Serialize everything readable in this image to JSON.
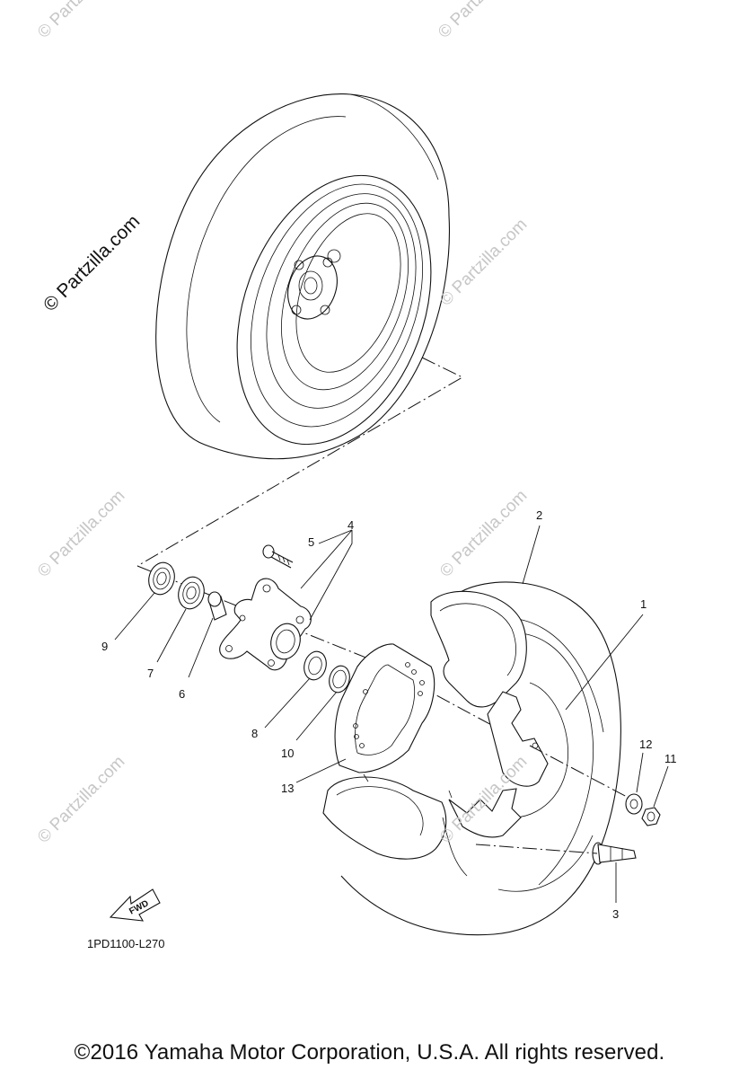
{
  "watermark": {
    "text": "© Partzilla.com"
  },
  "callouts": [
    {
      "id": "1",
      "text": "1"
    },
    {
      "id": "2",
      "text": "2"
    },
    {
      "id": "3",
      "text": "3"
    },
    {
      "id": "4",
      "text": "4"
    },
    {
      "id": "5",
      "text": "5"
    },
    {
      "id": "6",
      "text": "6"
    },
    {
      "id": "7",
      "text": "7"
    },
    {
      "id": "8",
      "text": "8"
    },
    {
      "id": "9",
      "text": "9"
    },
    {
      "id": "10",
      "text": "10"
    },
    {
      "id": "11",
      "text": "11"
    },
    {
      "id": "12",
      "text": "12"
    },
    {
      "id": "13",
      "text": "13"
    }
  ],
  "fwd_label": "FWD",
  "diagram_code": "1PD1100-L270",
  "copyright": "©2016  Yamaha Motor Corporation, U.S.A. All rights reserved."
}
